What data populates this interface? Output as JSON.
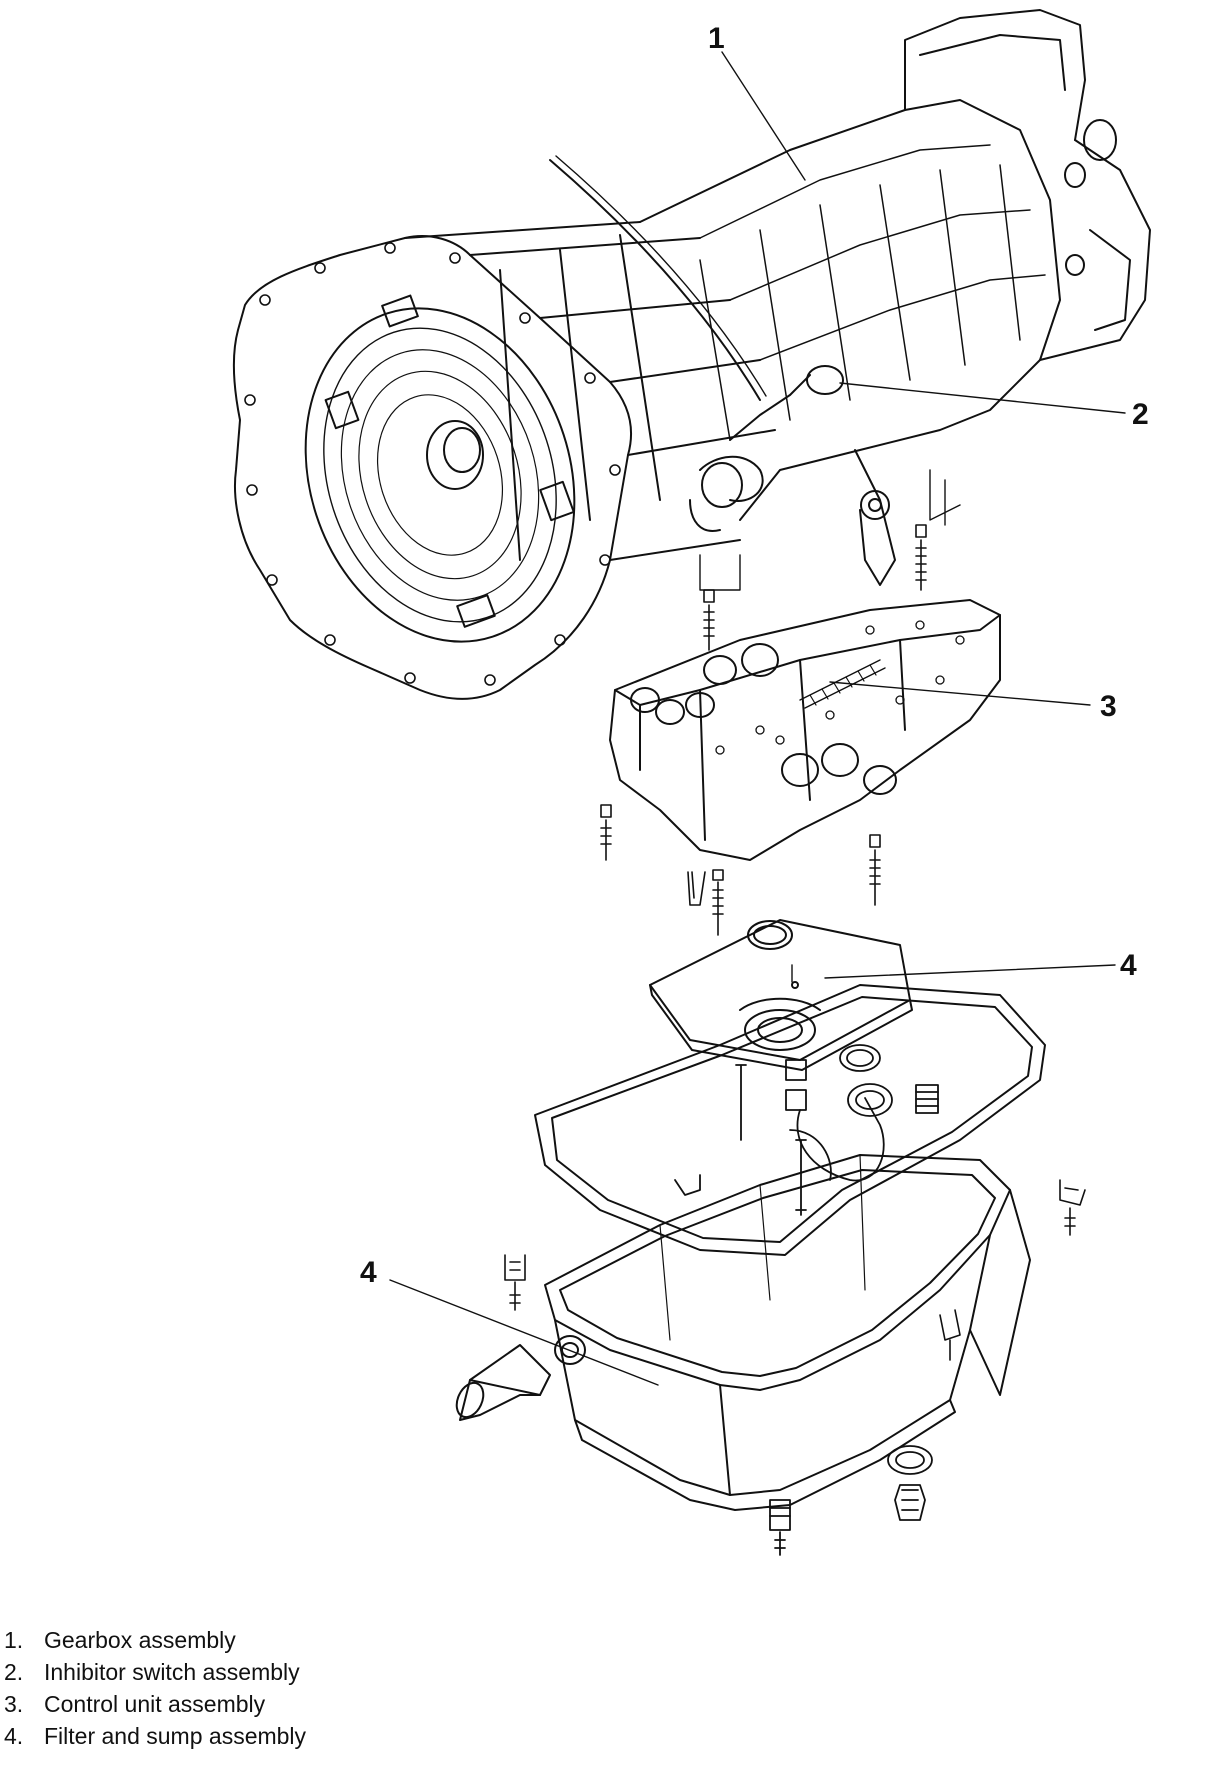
{
  "callouts": [
    {
      "number": "1"
    },
    {
      "number": "2"
    },
    {
      "number": "3"
    },
    {
      "number": "4"
    },
    {
      "number": "4"
    }
  ],
  "legend": [
    {
      "number": "1.",
      "label": "Gearbox assembly"
    },
    {
      "number": "2.",
      "label": "Inhibitor switch assembly"
    },
    {
      "number": "3.",
      "label": "Control unit assembly"
    },
    {
      "number": "4.",
      "label": "Filter and sump assembly"
    }
  ]
}
